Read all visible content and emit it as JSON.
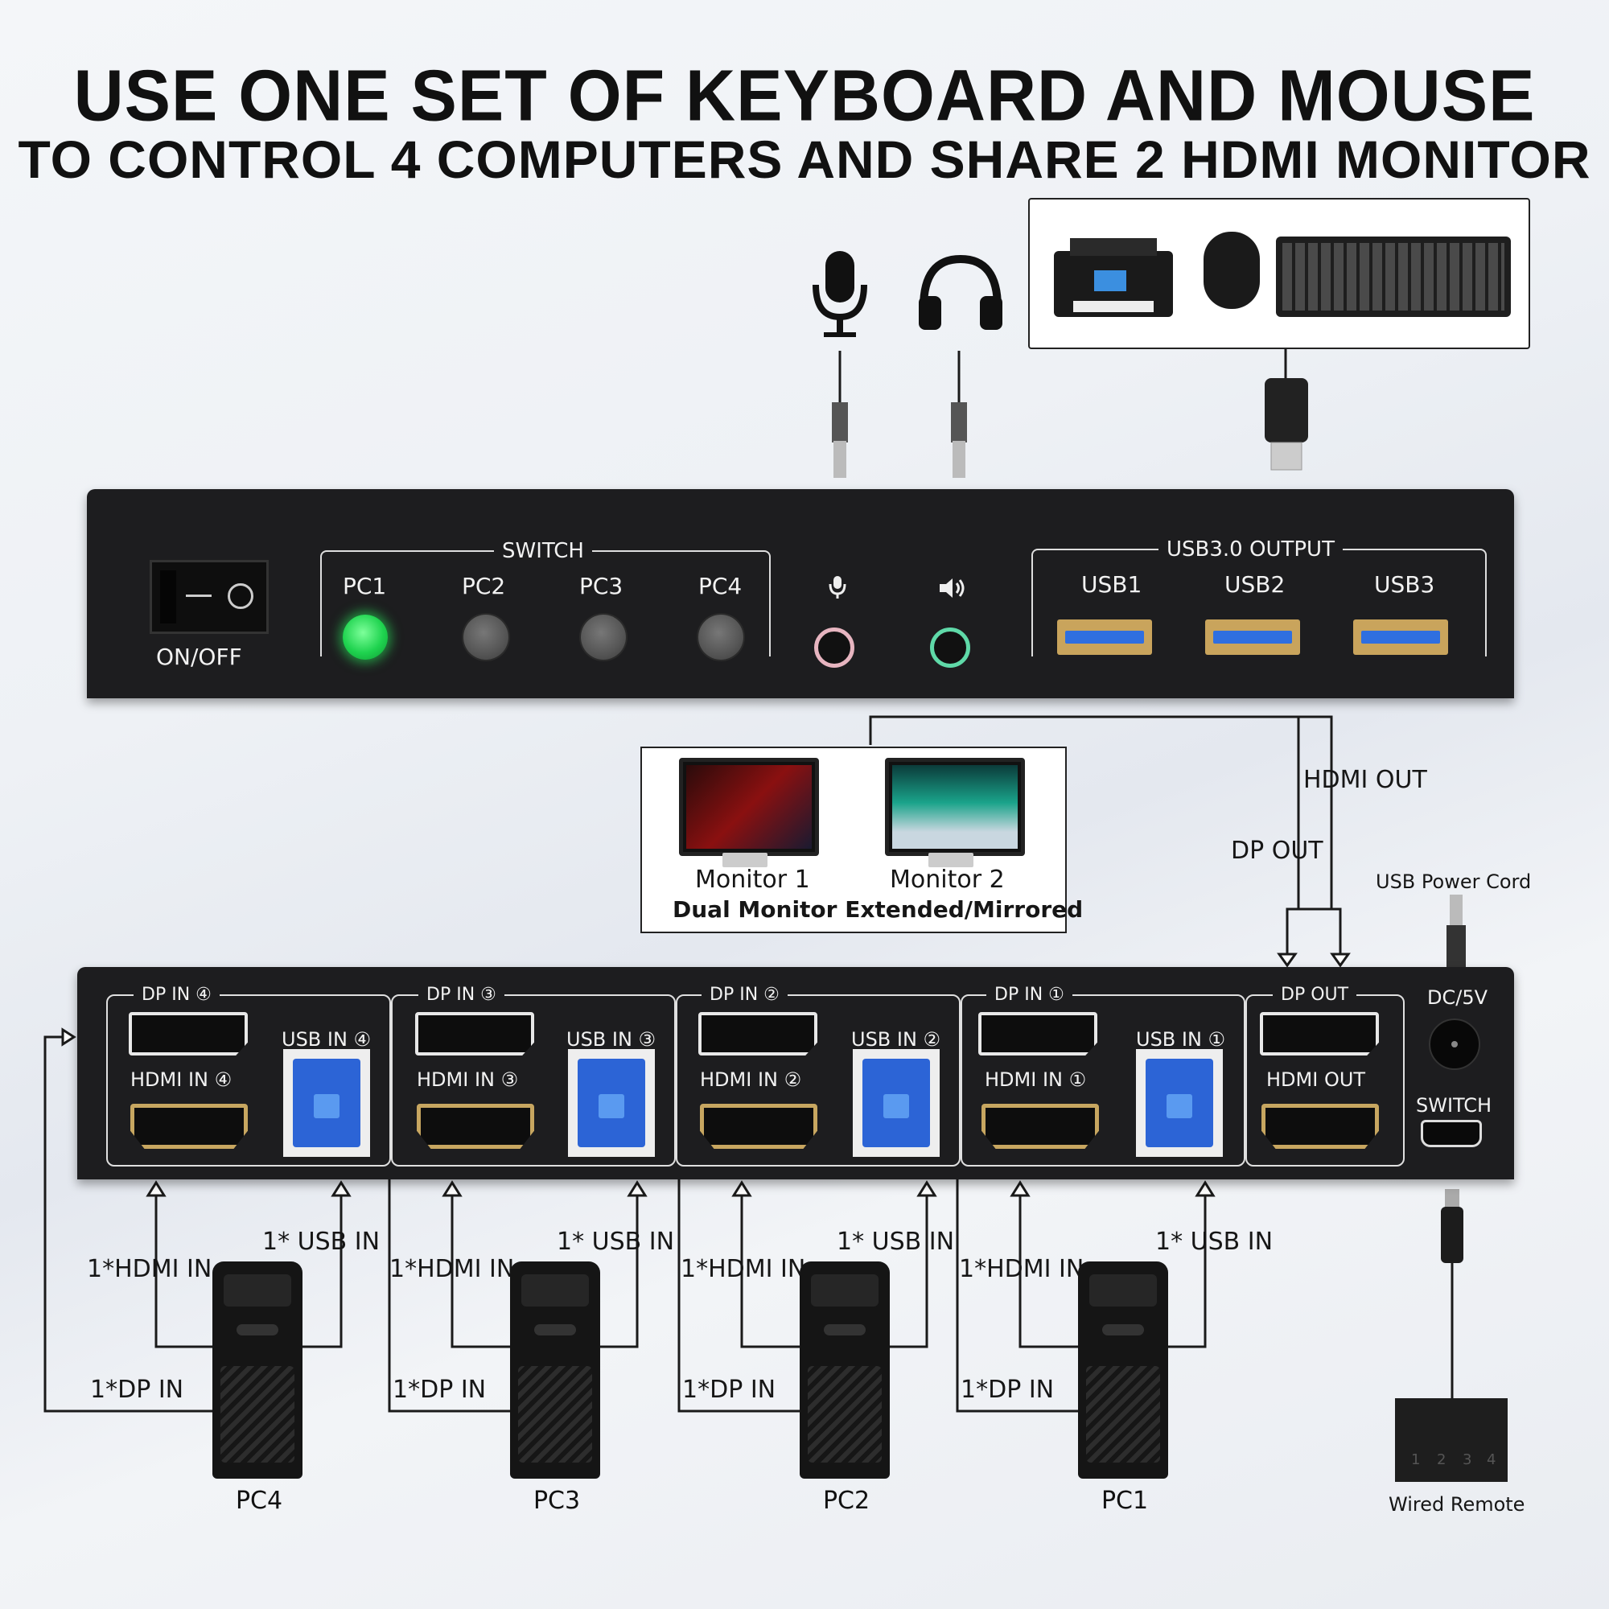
{
  "header": {
    "title_line1": "USE ONE SET OF KEYBOARD AND MOUSE",
    "title_line2": "TO CONTROL 4 COMPUTERS AND SHARE 2 HDMI MONITOR"
  },
  "front_panel": {
    "power_label": "ON/OFF",
    "switch_group_label": "SWITCH",
    "pc_buttons": [
      {
        "label": "PC1",
        "state": "on"
      },
      {
        "label": "PC2",
        "state": "off"
      },
      {
        "label": "PC3",
        "state": "off"
      },
      {
        "label": "PC4",
        "state": "off"
      }
    ],
    "usb_group_label": "USB3.0 OUTPUT",
    "usb_ports": [
      "USB1",
      "USB2",
      "USB3"
    ]
  },
  "monitors": {
    "monitor1": "Monitor 1",
    "monitor2": "Monitor 2",
    "caption": "Dual Monitor Extended/Mirrored",
    "hdmi_out": "HDMI OUT",
    "dp_out": "DP OUT"
  },
  "power": {
    "usb_power_cord": "USB Power Cord",
    "dc_label": "DC/5V",
    "switch_label": "SWITCH"
  },
  "rear_panel": {
    "groups": [
      {
        "dp": "DP IN ④",
        "usb": "USB IN ④",
        "hdmi": "HDMI IN ④"
      },
      {
        "dp": "DP IN ③",
        "usb": "USB IN ③",
        "hdmi": "HDMI IN ③"
      },
      {
        "dp": "DP IN ②",
        "usb": "USB IN ②",
        "hdmi": "HDMI IN ②"
      },
      {
        "dp": "DP IN ①",
        "usb": "USB IN ①",
        "hdmi": "HDMI IN ①"
      }
    ],
    "out_group": {
      "dp": "DP OUT",
      "hdmi": "HDMI OUT"
    }
  },
  "computers": [
    {
      "label": "PC4",
      "hdmi_in": "1*HDMI IN",
      "usb_in": "1* USB IN",
      "dp_in": "1*DP IN"
    },
    {
      "label": "PC3",
      "hdmi_in": "1*HDMI IN",
      "usb_in": "1* USB IN",
      "dp_in": "1*DP IN"
    },
    {
      "label": "PC2",
      "hdmi_in": "1*HDMI IN",
      "usb_in": "1* USB IN",
      "dp_in": "1*DP IN"
    },
    {
      "label": "PC1",
      "hdmi_in": "1*HDMI IN",
      "usb_in": "1* USB IN",
      "dp_in": "1*DP IN"
    }
  ],
  "remote": {
    "label": "Wired Remote",
    "numbers": [
      "1",
      "2",
      "3",
      "4"
    ]
  },
  "colors": {
    "panel": "#1d1d1f",
    "led_on": "#1fd34f",
    "usb_blue": "#2c64d6",
    "hdmi_gold": "#c7a660"
  }
}
